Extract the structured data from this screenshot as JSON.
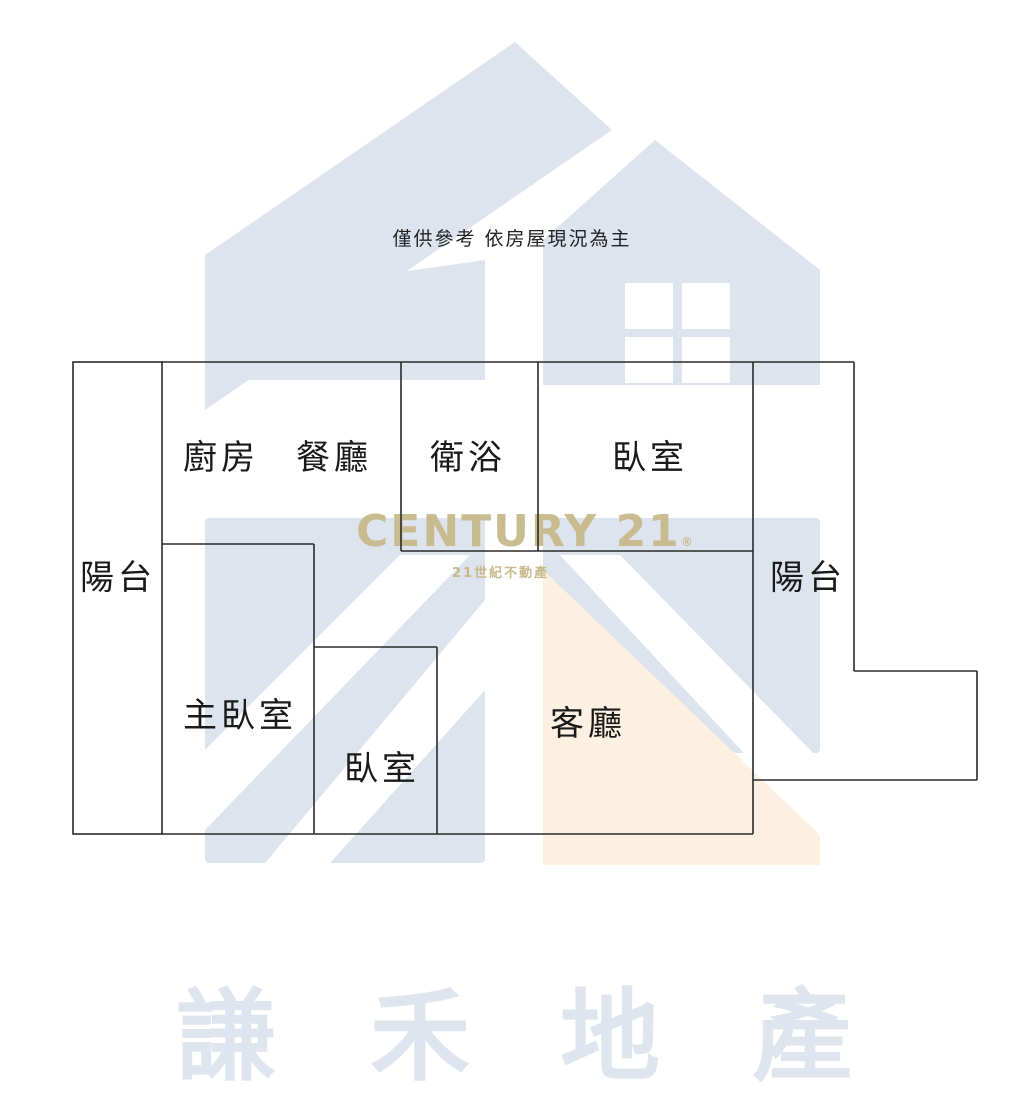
{
  "disclaimer": "僅供參考 依房屋現況為主",
  "colors": {
    "watermark_blue": "#dee4ed",
    "watermark_orange": "#fcf1e1",
    "logo_gold": "#c8b98c",
    "wall": "#2a2a2a",
    "brand_text": "#dfe5ee"
  },
  "logo": {
    "name": "CENTURY 21",
    "registered_mark": "®",
    "subtitle": "21世紀不動產"
  },
  "brand": [
    "謙",
    "禾",
    "地",
    "產"
  ],
  "rooms": {
    "balcony_left": "陽台",
    "kitchen": "廚房",
    "dining": "餐廳",
    "bathroom": "衛浴",
    "bedroom_top": "臥室",
    "balcony_right": "陽台",
    "master_bedroom": "主臥室",
    "bedroom_bottom": "臥室",
    "living_room": "客廳"
  }
}
